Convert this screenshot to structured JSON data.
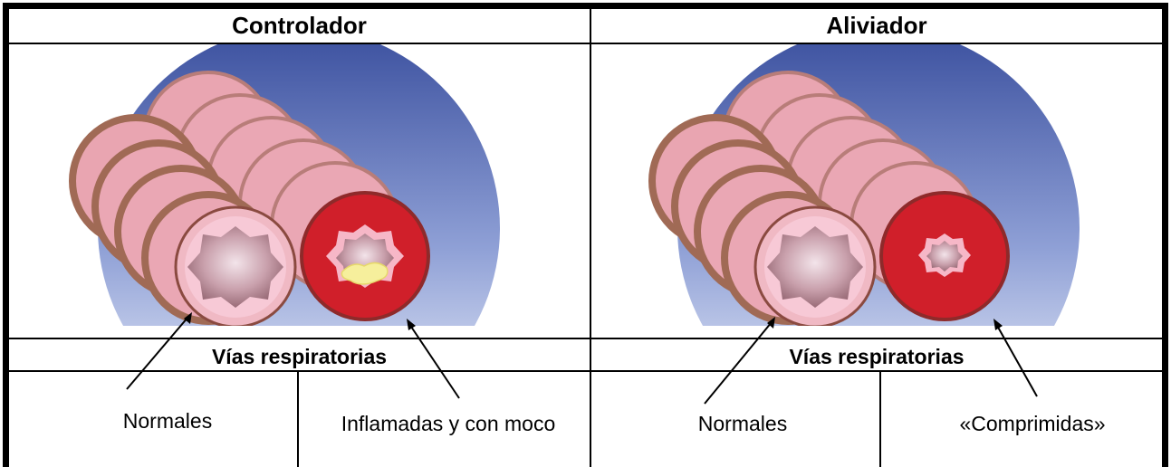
{
  "panels": [
    {
      "title": "Controlador",
      "airways_label": "Vías respiratorias",
      "left_label": "Normales",
      "right_label": "Inflamadas y con moco"
    },
    {
      "title": "Aliviador",
      "airways_label": "Vías respiratorias",
      "left_label": "Normales",
      "right_label": "«Comprimidas»"
    }
  ],
  "colors": {
    "sky_top": "#3a4f9e",
    "sky_bottom": "#e6ecf8",
    "tube_pink": "#eaa7b4",
    "tube_band": "#a06a55",
    "normal_lumen": "#b07f8b",
    "inflamed_red": "#d01f2a",
    "mucus": "#f6ef9c"
  }
}
